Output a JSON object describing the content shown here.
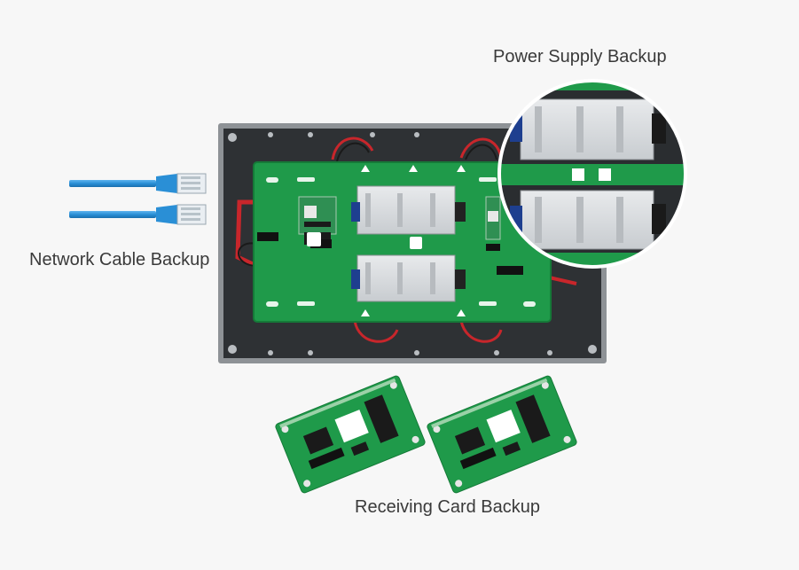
{
  "labels": {
    "power_supply": "Power Supply Backup",
    "network_cable": "Network Cable Backup",
    "receiving_card": "Receiving Card Backup"
  },
  "colors": {
    "background": "#f7f7f7",
    "pcb_green": "#1f9a4a",
    "cabinet_dark": "#2e3134",
    "psu_silver": "#d9dcdf",
    "cable_blue": "#2a8fd6",
    "wire_red": "#c8262b",
    "label_text": "#3a3a3a"
  },
  "icons": [
    "network-cable-icon",
    "led-cabinet-image",
    "power-supply-unit",
    "receiving-card-icon",
    "magnifier-circle"
  ]
}
